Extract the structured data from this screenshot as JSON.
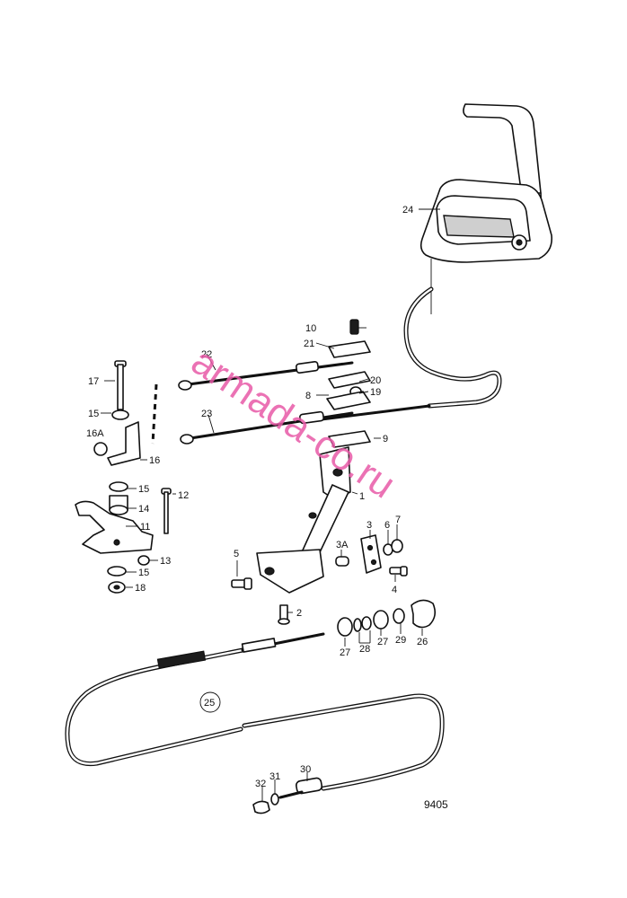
{
  "figure_number": "9405",
  "watermark": "armada-co.ru",
  "colors": {
    "line": "#111111",
    "background": "#ffffff",
    "watermark": "#e85aa8"
  },
  "parts": [
    {
      "id": "p1",
      "label": "1"
    },
    {
      "id": "p2",
      "label": "2"
    },
    {
      "id": "p3",
      "label": "3"
    },
    {
      "id": "p3a",
      "label": "3A"
    },
    {
      "id": "p4",
      "label": "4"
    },
    {
      "id": "p5",
      "label": "5"
    },
    {
      "id": "p6",
      "label": "6"
    },
    {
      "id": "p7",
      "label": "7"
    },
    {
      "id": "p8",
      "label": "8"
    },
    {
      "id": "p9",
      "label": "9"
    },
    {
      "id": "p10",
      "label": "10"
    },
    {
      "id": "p11",
      "label": "11"
    },
    {
      "id": "p12",
      "label": "12"
    },
    {
      "id": "p13",
      "label": "13"
    },
    {
      "id": "p14",
      "label": "14"
    },
    {
      "id": "p15a",
      "label": "15"
    },
    {
      "id": "p15b",
      "label": "15"
    },
    {
      "id": "p15c",
      "label": "15"
    },
    {
      "id": "p16",
      "label": "16"
    },
    {
      "id": "p16a",
      "label": "16A"
    },
    {
      "id": "p17",
      "label": "17"
    },
    {
      "id": "p18",
      "label": "18"
    },
    {
      "id": "p19",
      "label": "19"
    },
    {
      "id": "p20",
      "label": "20"
    },
    {
      "id": "p21",
      "label": "21"
    },
    {
      "id": "p22",
      "label": "22"
    },
    {
      "id": "p23",
      "label": "23"
    },
    {
      "id": "p24",
      "label": "24"
    },
    {
      "id": "p25",
      "label": "25"
    },
    {
      "id": "p26",
      "label": "26"
    },
    {
      "id": "p27a",
      "label": "27"
    },
    {
      "id": "p27b",
      "label": "27"
    },
    {
      "id": "p28",
      "label": "28"
    },
    {
      "id": "p29",
      "label": "29"
    },
    {
      "id": "p30",
      "label": "30"
    },
    {
      "id": "p31",
      "label": "31"
    },
    {
      "id": "p32",
      "label": "32"
    }
  ]
}
